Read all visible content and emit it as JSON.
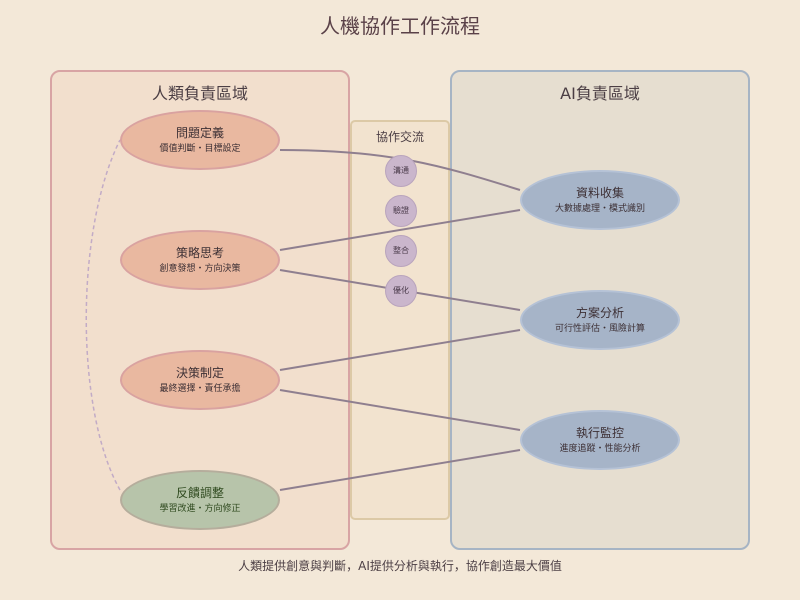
{
  "title": "人機協作工作流程",
  "zones": {
    "human": "人類負責區域",
    "ai": "AI負責區域",
    "collab": "協作交流"
  },
  "human_nodes": [
    {
      "title": "問題定義",
      "sub": "價值判斷・目標設定"
    },
    {
      "title": "策略思考",
      "sub": "創意發想・方向決策"
    },
    {
      "title": "決策制定",
      "sub": "最終選擇・責任承擔"
    },
    {
      "title": "反饋調整",
      "sub": "學習改進・方向修正"
    }
  ],
  "ai_nodes": [
    {
      "title": "資料收集",
      "sub": "大數據處理・模式識別"
    },
    {
      "title": "方案分析",
      "sub": "可行性評估・風險計算"
    },
    {
      "title": "執行監控",
      "sub": "進度追蹤・性能分析"
    }
  ],
  "bubbles": [
    "溝通",
    "驗證",
    "整合",
    "優化"
  ],
  "footer": "人類提供創意與判斷，AI提供分析與執行，協作創造最大價值",
  "colors": {
    "background": "#f3e8d8",
    "human_zone": "#f2dfcd",
    "ai_zone": "#e6ded0",
    "human_node": "#e9b8a0",
    "feedback_node": "#b7c4aa",
    "ai_node": "#a6b4c8",
    "bubble": "#cab6cc",
    "connector": "#8f7f8f",
    "feedback_loop": "#c2abc6"
  }
}
